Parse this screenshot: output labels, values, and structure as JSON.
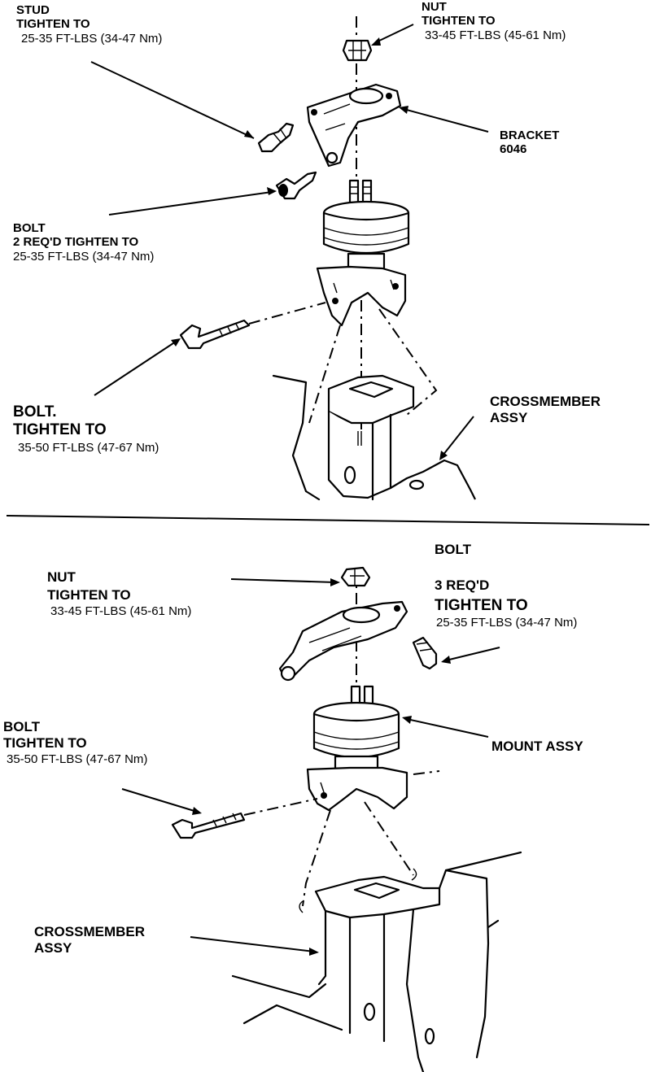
{
  "top": {
    "stud": {
      "line1": "STUD",
      "line2": "TIGHTEN TO",
      "spec": "25-35 FT-LBS (34-47 Nm)"
    },
    "nut": {
      "line1": "NUT",
      "line2": "TIGHTEN TO",
      "spec": "33-45 FT-LBS (45-61 Nm)"
    },
    "bracket": {
      "line1": "BRACKET",
      "line2": "6046"
    },
    "bolt_small": {
      "line1": "BOLT",
      "line2": "2 REQ'D TIGHTEN TO",
      "spec": "25-35 FT-LBS (34-47 Nm)"
    },
    "bolt_large": {
      "line1": "BOLT.",
      "line2": "TIGHTEN TO",
      "spec": "35-50 FT-LBS (47-67 Nm)"
    },
    "crossmember": {
      "line1": "CROSSMEMBER",
      "line2": "ASSY"
    }
  },
  "bottom": {
    "bolt_top": {
      "line1": "BOLT"
    },
    "nut": {
      "line1": "NUT",
      "line2": "TIGHTEN TO",
      "spec": "33-45 FT-LBS (45-61 Nm)"
    },
    "bolt_3req": {
      "line1": "3 REQ'D",
      "line2": "TIGHTEN TO",
      "spec": "25-35 FT-LBS (34-47 Nm)"
    },
    "bolt_left": {
      "line1": "BOLT",
      "line2": "TIGHTEN TO",
      "spec": "35-50 FT-LBS (47-67 Nm)"
    },
    "mount": {
      "line1": "MOUNT ASSY"
    },
    "crossmember": {
      "line1": "CROSSMEMBER",
      "line2": "ASSY"
    }
  }
}
